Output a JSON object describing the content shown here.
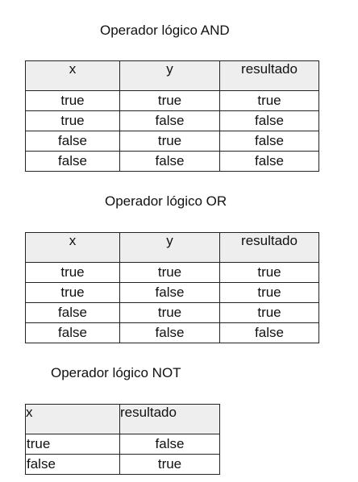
{
  "and_section": {
    "title": "Operador lógico AND",
    "headers": [
      "x",
      "y",
      "resultado"
    ],
    "rows": [
      [
        "true",
        "true",
        "true"
      ],
      [
        "true",
        "false",
        "false"
      ],
      [
        "false",
        "true",
        "false"
      ],
      [
        "false",
        "false",
        "false"
      ]
    ]
  },
  "or_section": {
    "title": "Operador lógico OR",
    "headers": [
      "x",
      "y",
      "resultado"
    ],
    "rows": [
      [
        "true",
        "true",
        "true"
      ],
      [
        "true",
        "false",
        "true"
      ],
      [
        "false",
        "true",
        "true"
      ],
      [
        "false",
        "false",
        "false"
      ]
    ]
  },
  "not_section": {
    "title": "Operador lógico NOT",
    "headers": [
      "x",
      "resultado"
    ],
    "rows": [
      [
        "true",
        "false"
      ],
      [
        "false",
        "true"
      ]
    ]
  }
}
